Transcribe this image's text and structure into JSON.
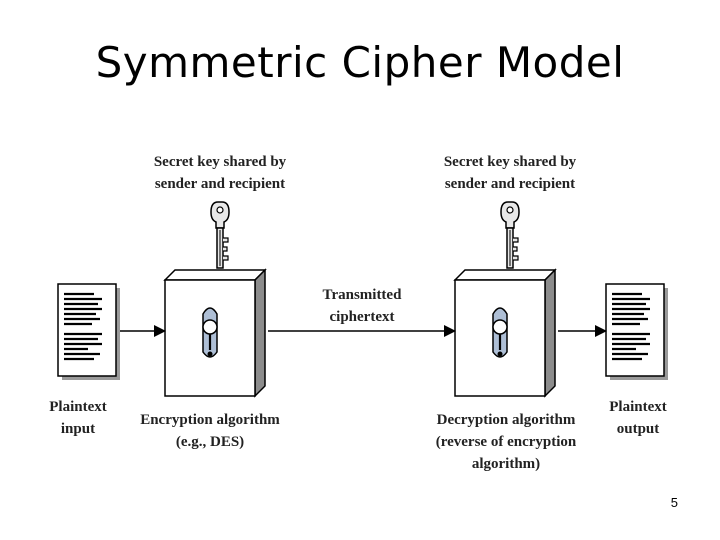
{
  "slide": {
    "title": "Symmetric Cipher Model",
    "page_number": "5"
  },
  "diagram": {
    "encrypt_key": {
      "line1": "Secret key shared by",
      "line2": "sender and recipient",
      "icon": "key-icon"
    },
    "decrypt_key": {
      "line1": "Secret key shared by",
      "line2": "sender and recipient",
      "icon": "key-icon"
    },
    "plaintext_input": {
      "line1": "Plaintext",
      "line2": "input",
      "icon": "document-icon"
    },
    "encryption": {
      "line1": "Encryption algorithm",
      "line2": "(e.g., DES)",
      "icon": "lock-box-icon"
    },
    "transmitted": {
      "line1": "Transmitted",
      "line2": "ciphertext"
    },
    "decryption": {
      "line1": "Decryption algorithm",
      "line2": "(reverse of encryption",
      "line3": "algorithm)",
      "icon": "lock-box-icon"
    },
    "plaintext_output": {
      "line1": "Plaintext",
      "line2": "output",
      "icon": "document-icon"
    },
    "colors": {
      "box_fill": "#ffffff",
      "box_side": "#8c8c8c",
      "lock_plate": "#aebfd6",
      "key_fill": "#e8e8e8"
    }
  }
}
